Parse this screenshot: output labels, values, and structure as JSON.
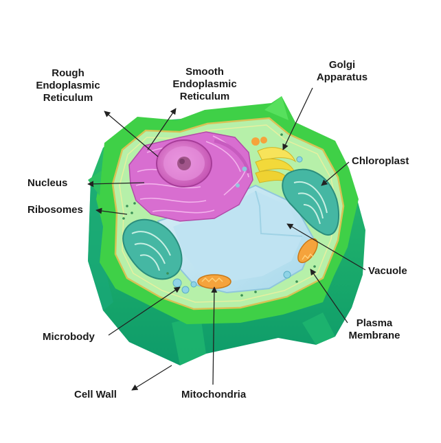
{
  "labels": {
    "rough_er": "Rough\nEndoplasmic\nReticulum",
    "smooth_er": "Smooth\nEndoplasmic\nReticulum",
    "golgi": "Golgi\nApparatus",
    "chloroplast": "Chloroplast",
    "nucleus": "Nucleus",
    "ribosomes": "Ribosomes",
    "vacuole": "Vacuole",
    "plasma_membrane": "Plasma\nMembrane",
    "microbody": "Microbody",
    "cell_wall": "Cell Wall",
    "mitochondria": "Mitochondria"
  },
  "colors": {
    "cell_wall": "#3fd047",
    "cytoplasm": "#b6f0a9",
    "nucleus": "#d764c6",
    "vacuole": "#c8e9f4",
    "chloroplast": "#45b7a3",
    "golgi": "#f2d93a",
    "mitochondria": "#f5a33c"
  }
}
